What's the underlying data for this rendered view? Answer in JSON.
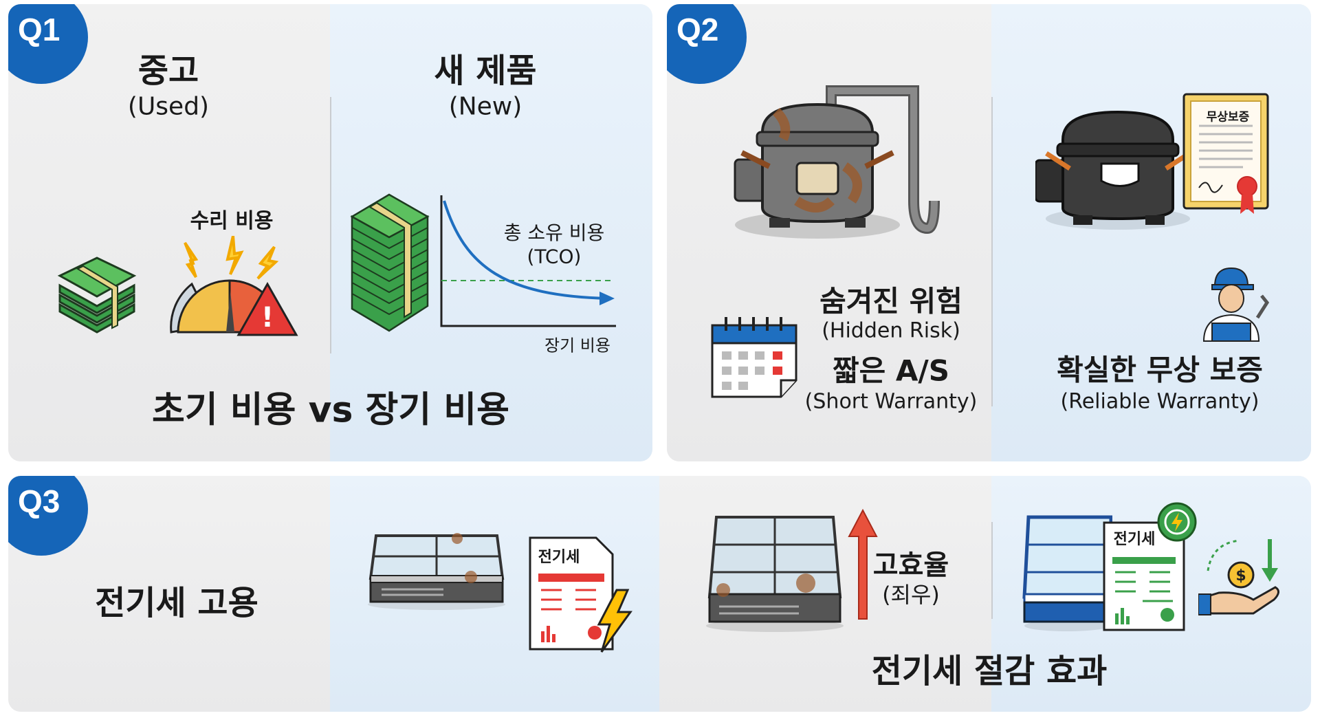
{
  "q1": {
    "badge": "Q1",
    "used_title": "중고",
    "used_sub": "(Used)",
    "new_title": "새 제품",
    "new_sub": "(New)",
    "repair_cost": "수리 비용",
    "tco_title": "총 소유 비용",
    "tco_sub": "(TCO)",
    "long_term_axis": "장기 비용",
    "caption": "초기 비용 vs 장기 비용"
  },
  "q2": {
    "badge": "Q2",
    "hidden_risk": "숨겨진 위험",
    "hidden_risk_sub": "(Hidden Risk)",
    "short_as": "짧은 A/S",
    "short_as_sub": "(Short Warranty)",
    "certificate_label": "무상보증",
    "reliable": "확실한 무상 보증",
    "reliable_sub": "(Reliable Warranty)"
  },
  "q3": {
    "badge": "Q3",
    "left_title": "전기세 고용",
    "bill_label": "전기세",
    "high_eff": "고효율",
    "high_eff_sub": "(죄우)",
    "bill_label_2": "전기세",
    "caption": "전기세 절감 효과"
  },
  "colors": {
    "accent": "#1565b8",
    "money": "#3aa04a",
    "alert": "#e53935",
    "curve": "#1f6fc0"
  }
}
